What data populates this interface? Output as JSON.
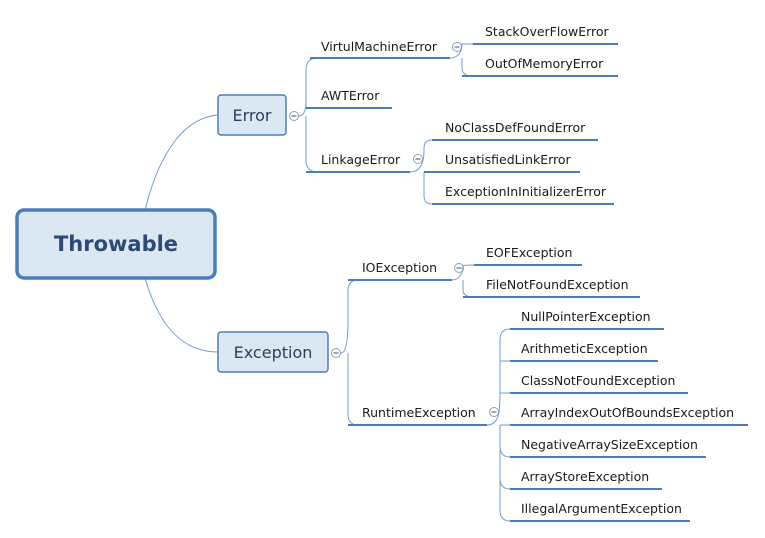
{
  "root": {
    "label": "Throwable"
  },
  "error": {
    "label": "Error",
    "children": [
      {
        "label": "VirtulMachineError",
        "children": [
          "StackOverFlowError",
          "OutOfMemoryError"
        ]
      },
      {
        "label": "AWTError",
        "children": []
      },
      {
        "label": "LinkageError",
        "children": [
          "NoClassDefFoundError",
          "UnsatisfiedLinkError",
          "ExceptionInInitializerError"
        ]
      }
    ]
  },
  "exception": {
    "label": "Exception",
    "children": [
      {
        "label": "IOException",
        "children": [
          "EOFException",
          "FileNotFoundException"
        ]
      },
      {
        "label": "RuntimeException",
        "children": [
          "NullPointerException",
          "ArithmeticException",
          "ClassNotFoundException",
          "ArrayIndexOutOfBoundsException",
          "NegativeArraySizeException",
          "ArrayStoreException",
          "IllegalArgumentException"
        ]
      }
    ]
  },
  "colors": {
    "line": "#4a7ebb",
    "box_fill": "#dce7f4",
    "root_text": "#2b4a76"
  },
  "icons": {
    "collapse": "collapse-minus-icon"
  }
}
